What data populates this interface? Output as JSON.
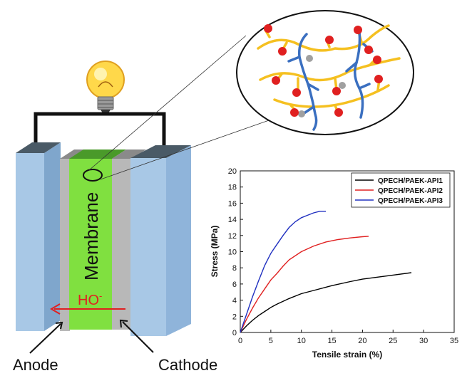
{
  "fuel_cell": {
    "membrane_label": "Membrane",
    "ion_label": "HO",
    "ion_charge": "-",
    "anode_label": "Anode",
    "cathode_label": "Cathode",
    "colors": {
      "electrode": "#a8c8e6",
      "electrode_dark": "#7fa6cc",
      "membrane": "#80e040",
      "membrane_top": "#4a9a2a",
      "catalyst": "#b8b8b8",
      "top_cap": "#4a5a66",
      "ion_arrow": "#e02020",
      "wire": "#111111"
    }
  },
  "inset": {
    "colors": {
      "backbone": "#f5c020",
      "crosslinker": "#3a6fc0",
      "cation": "#e02020",
      "node": "#a0a0a0"
    }
  },
  "chart_data": {
    "type": "line",
    "title": "",
    "xlabel": "Tensile strain (%)",
    "ylabel": "Stress (MPa)",
    "xlim": [
      0,
      35
    ],
    "ylim": [
      0,
      20
    ],
    "xticks": [
      0,
      5,
      10,
      15,
      20,
      25,
      30,
      35
    ],
    "yticks": [
      0,
      2,
      4,
      6,
      8,
      10,
      12,
      14,
      16,
      18,
      20
    ],
    "grid": false,
    "legend_position": "top-right",
    "series": [
      {
        "name": "QPECH/PAEK-API1",
        "color": "#000000",
        "x": [
          0,
          1,
          2,
          3,
          4,
          5,
          6,
          8,
          10,
          12,
          15,
          18,
          20,
          22,
          25,
          28
        ],
        "y": [
          0,
          0.8,
          1.5,
          2.1,
          2.6,
          3.1,
          3.5,
          4.2,
          4.8,
          5.2,
          5.8,
          6.3,
          6.6,
          6.8,
          7.1,
          7.4
        ]
      },
      {
        "name": "QPECH/PAEK-API2",
        "color": "#e02020",
        "x": [
          0,
          1,
          2,
          3,
          4,
          5,
          6,
          7,
          8,
          10,
          12,
          14,
          16,
          18,
          20,
          21
        ],
        "y": [
          0,
          1.6,
          3.0,
          4.3,
          5.4,
          6.5,
          7.3,
          8.2,
          9.0,
          10.0,
          10.7,
          11.2,
          11.5,
          11.7,
          11.85,
          11.9
        ]
      },
      {
        "name": "QPECH/PAEK-API3",
        "color": "#2030c0",
        "x": [
          0,
          1,
          2,
          3,
          4,
          5,
          6,
          7,
          8,
          9,
          10,
          11,
          12,
          13,
          14
        ],
        "y": [
          0,
          2.2,
          4.4,
          6.4,
          8.3,
          9.8,
          10.9,
          12.0,
          13.0,
          13.7,
          14.2,
          14.5,
          14.8,
          15.0,
          15.0
        ]
      }
    ]
  }
}
